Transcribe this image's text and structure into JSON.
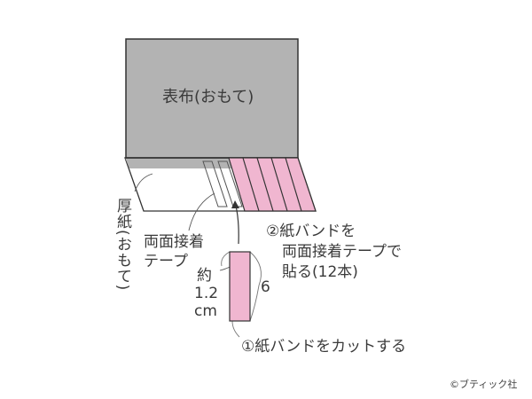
{
  "diagram": {
    "cover_cloth_label": "表布(おもて)",
    "cardboard_label": "厚紙(おもて)",
    "tape_label_line1": "両面接着",
    "tape_label_line2": "テープ",
    "step2_line1": "②紙バンドを",
    "step2_line2": "両面接着テープで",
    "step2_line3": "貼る(12本)",
    "width_label_line1": "約",
    "width_label_line2": "1.2",
    "width_label_line3": "cm",
    "length_label": "6",
    "step1_label": "①紙バンドをカットする",
    "credit": "©ブティック社",
    "colors": {
      "cloth_gray": "#b3b3b3",
      "band_pink": "#f0b6d0",
      "outline": "#333333",
      "leader_line": "#555555"
    }
  }
}
